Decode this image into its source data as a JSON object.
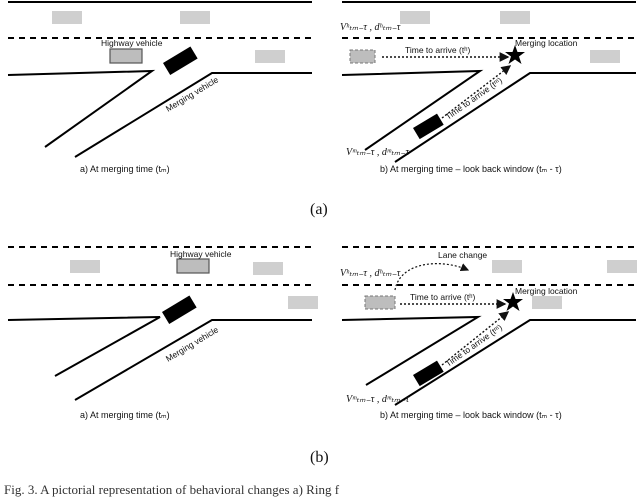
{
  "panels": [
    {
      "id": "a",
      "figure_label": "(a)",
      "left_caption": "a) At merging time (tₘ)",
      "right_caption": "b) At merging time – look back window (tₘ - τ)",
      "highway_vehicle_label": "Highway vehicle",
      "merging_vehicle_label": "Merging vehicle",
      "time_to_arrive_h": "Time to arrive (tʰ)",
      "time_to_arrive_m": "Time to arrive (tᵐ)",
      "merging_location_label": "Merging location",
      "symbol_highway": "Vʰₜₘ₋τ , dʰₜₘ₋τ",
      "symbol_merging": "Vᵐₜₘ₋τ , dᵐₜₘ₋τ"
    },
    {
      "id": "b",
      "figure_label": "(b)",
      "left_caption": "a) At merging time (tₘ)",
      "right_caption": "b) At merging time – look back window (tₘ - τ)",
      "highway_vehicle_label": "Highway vehicle",
      "merging_vehicle_label": "Merging vehicle",
      "time_to_arrive_h": "Time to arrive (tʰ)",
      "time_to_arrive_m": "Time to arrive (tᵐ)",
      "merging_location_label": "Merging location",
      "lane_change_label": "Lane change",
      "symbol_highway": "Vʰₜₘ₋τ , dʰₜₘ₋τ",
      "symbol_merging": "Vᵐₜₘ₋τ , dᵐₜₘ₋τ"
    }
  ],
  "bottom_caption": "Fig. 3.   A pictorial representation of behavioral changes      a) Ring f"
}
